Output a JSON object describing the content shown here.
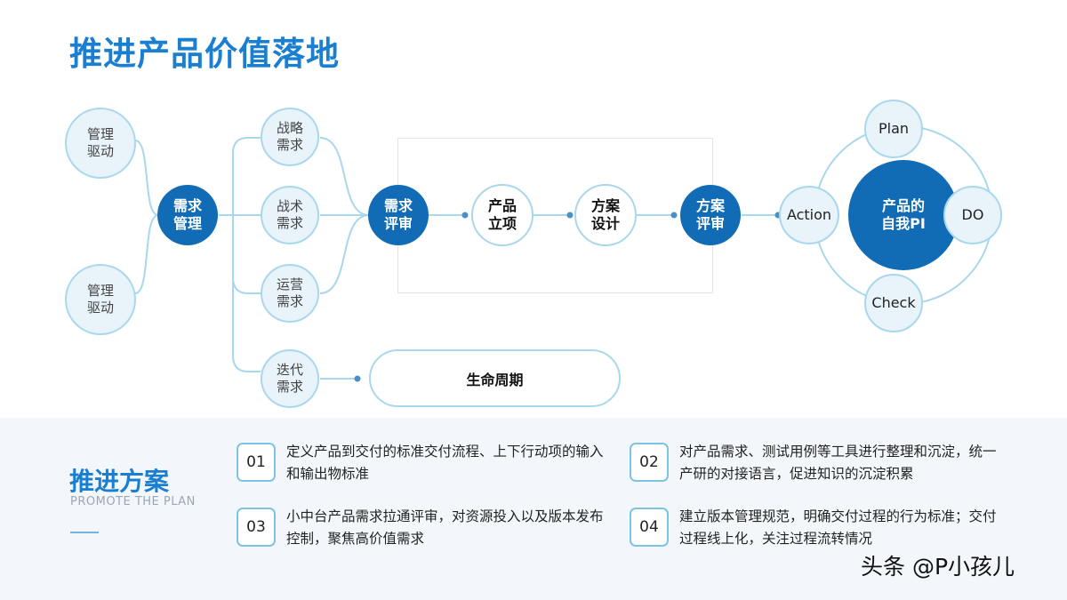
{
  "title": "推进产品价值落地",
  "nodes": {
    "mgmt_drive_1": [
      "管理",
      "驱动"
    ],
    "mgmt_drive_2": [
      "管理",
      "驱动"
    ],
    "req_mgmt": [
      "需求",
      "管理"
    ],
    "strategy": [
      "战略",
      "需求"
    ],
    "tactic": [
      "战术",
      "需求"
    ],
    "ops": [
      "运营",
      "需求"
    ],
    "iter": [
      "迭代",
      "需求"
    ],
    "req_review": [
      "需求",
      "评审"
    ],
    "product_init": [
      "产品",
      "立项"
    ],
    "solution_design": [
      "方案",
      "设计"
    ],
    "solution_review": [
      "方案",
      "评审"
    ]
  },
  "lifecycle": "生命周期",
  "pdca": {
    "center": [
      "产品的",
      "自我PI"
    ],
    "plan": "Plan",
    "do": "DO",
    "check": "Check",
    "action": "Action"
  },
  "plan_section": {
    "title": "推进方案",
    "subtitle": "PROMOTE THE PLAN",
    "items": [
      {
        "num": "01",
        "text": "定义产品到交付的标准交付流程、上下行动项的输入和输出物标准"
      },
      {
        "num": "02",
        "text": "对产品需求、测试用例等工具进行整理和沉淀，统一产研的对接语言，促进知识的沉淀积累"
      },
      {
        "num": "03",
        "text": "小中台产品需求拉通评审，对资源投入以及版本发布控制，聚焦高价值需求"
      },
      {
        "num": "04",
        "text": "建立版本管理规范，明确交付过程的行为标准；交付过程线上化，关注过程流转情况"
      }
    ]
  },
  "watermark": "头条 @P小孩儿",
  "colors": {
    "accent": "#1a7fd0",
    "dark_node": "#116cb5",
    "light_node": "#e9f3fa",
    "line": "#a9d7ec"
  }
}
